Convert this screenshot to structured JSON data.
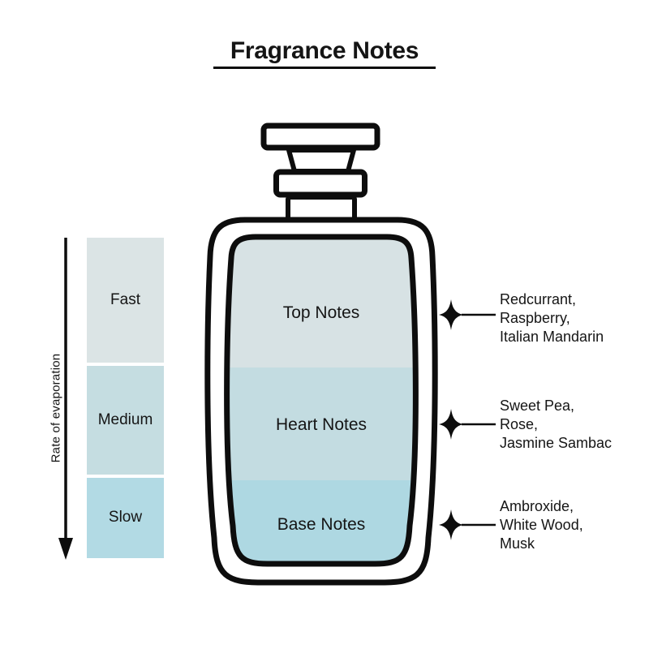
{
  "title": "Fragrance Notes",
  "evaporation_scale": {
    "axis_label": "Rate of evaporation",
    "levels": [
      {
        "label": "Fast",
        "color": "#dbe4e5"
      },
      {
        "label": "Medium",
        "color": "#c5dde1"
      },
      {
        "label": "Slow",
        "color": "#b2dae4"
      }
    ]
  },
  "bottle": {
    "layers": [
      {
        "label": "Top Notes",
        "color": "#d7e2e4"
      },
      {
        "label": "Heart Notes",
        "color": "#c3dce1"
      },
      {
        "label": "Base Notes",
        "color": "#aed8e2"
      }
    ]
  },
  "annotations": [
    {
      "layer": "Top Notes",
      "lines": [
        "Redcurrant,",
        "Raspberry,",
        "Italian Mandarin"
      ]
    },
    {
      "layer": "Heart Notes",
      "lines": [
        "Sweet Pea,",
        "Rose,",
        "Jasmine Sambac"
      ]
    },
    {
      "layer": "Base Notes",
      "lines": [
        "Ambroxide,",
        "White Wood,",
        "Musk"
      ]
    }
  ],
  "icons": {
    "annotation_marker": "four-pointed-sparkle",
    "scale_arrow": "downward-arrow"
  },
  "colors": {
    "outline": "#0d0d0d",
    "text": "#151515",
    "background": "#ffffff"
  }
}
